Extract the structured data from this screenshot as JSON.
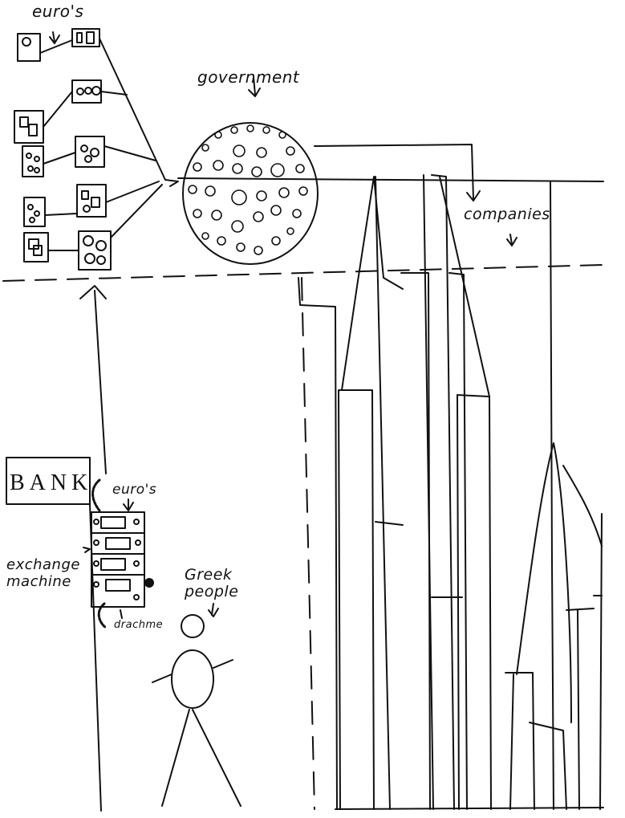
{
  "labels": {
    "euros_top": "euro's",
    "government": "government",
    "companies": "companies",
    "bank": "BANK",
    "euros_machine": "euro's",
    "exchange_machine": "exchange machine",
    "drachma": "drachme",
    "greek_people": "Greek people"
  },
  "colors": {
    "ink": "#111111",
    "paper": "#ffffff"
  }
}
